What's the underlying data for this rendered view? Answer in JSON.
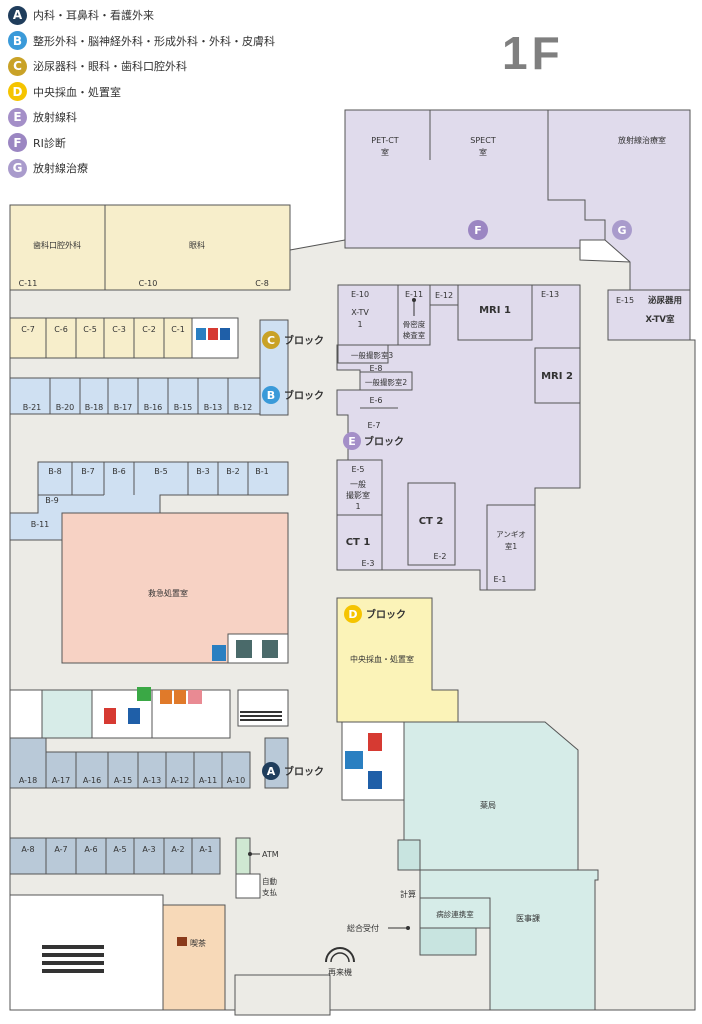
{
  "floor": "1F",
  "colors": {
    "A": "#1f3d5c",
    "B": "#3a9ad9",
    "C": "#c9a227",
    "D": "#f5c400",
    "E": "#a48fc8",
    "F": "#9b86c2",
    "G": "#a99bcc"
  },
  "legend": [
    {
      "letter": "A",
      "text": "内科・耳鼻科・看護外来"
    },
    {
      "letter": "B",
      "text": "整形外科・脳神経外科・形成外科・外科・皮膚科"
    },
    {
      "letter": "C",
      "text": "泌尿器科・眼科・歯科口腔外科"
    },
    {
      "letter": "D",
      "text": "中央採血・処置室"
    },
    {
      "letter": "E",
      "text": "放射線科"
    },
    {
      "letter": "F",
      "text": "RI診断"
    },
    {
      "letter": "G",
      "text": "放射線治療"
    }
  ],
  "block_word": "ブロック",
  "rooms": {
    "dental": "歯科口腔外科",
    "eye": "眼科",
    "pet_ct": "PET-CT",
    "spect": "SPECT",
    "shitsu": "室",
    "radiotherapy": "放射線治療室",
    "mri1": "MRI 1",
    "mri2": "MRI 2",
    "xtv": "X-TV",
    "one": "1",
    "bone": "骨密度",
    "kensa": "検査室",
    "ippan3": "一般撮影室3",
    "ippan2": "一般撮影室2",
    "ippan": "一般",
    "satsuei": "撮影室",
    "ct1": "CT 1",
    "ct2": "CT 2",
    "angio": "アンギオ",
    "angio_room": "室1",
    "uro_xtv_1": "泌尿器用",
    "uro_xtv_2": "X-TV室",
    "emergency": "救急処置室",
    "blood": "中央採血・処置室",
    "pharmacy": "薬局",
    "cooperation": "病診連携室",
    "medical_affairs": "医事課",
    "cashier": "計算",
    "reception": "総合受付",
    "revisit": "再来機",
    "atm": "ATM",
    "auto_pay_1": "自動",
    "auto_pay_2": "支払",
    "cafe": "喫茶"
  },
  "codes": {
    "C": [
      "C-11",
      "C-10",
      "C-8",
      "C-7",
      "C-6",
      "C-5",
      "C-3",
      "C-2",
      "C-1"
    ],
    "B_row1": [
      "B-21",
      "B-20",
      "B-18",
      "B-17",
      "B-16",
      "B-15",
      "B-13",
      "B-12"
    ],
    "B_row2": [
      "B-8",
      "B-7",
      "B-6",
      "B-5",
      "B-3",
      "B-2",
      "B-1"
    ],
    "B_other": [
      "B-9",
      "B-11"
    ],
    "A_row1": [
      "A-18",
      "A-17",
      "A-16",
      "A-15",
      "A-13",
      "A-12",
      "A-11",
      "A-10"
    ],
    "A_row2": [
      "A-8",
      "A-7",
      "A-6",
      "A-5",
      "A-3",
      "A-2",
      "A-1"
    ],
    "E": [
      "E-10",
      "E-11",
      "E-12",
      "E-13",
      "E-15",
      "E-8",
      "E-6",
      "E-7",
      "E-5",
      "E-3",
      "E-2",
      "E-1"
    ]
  }
}
